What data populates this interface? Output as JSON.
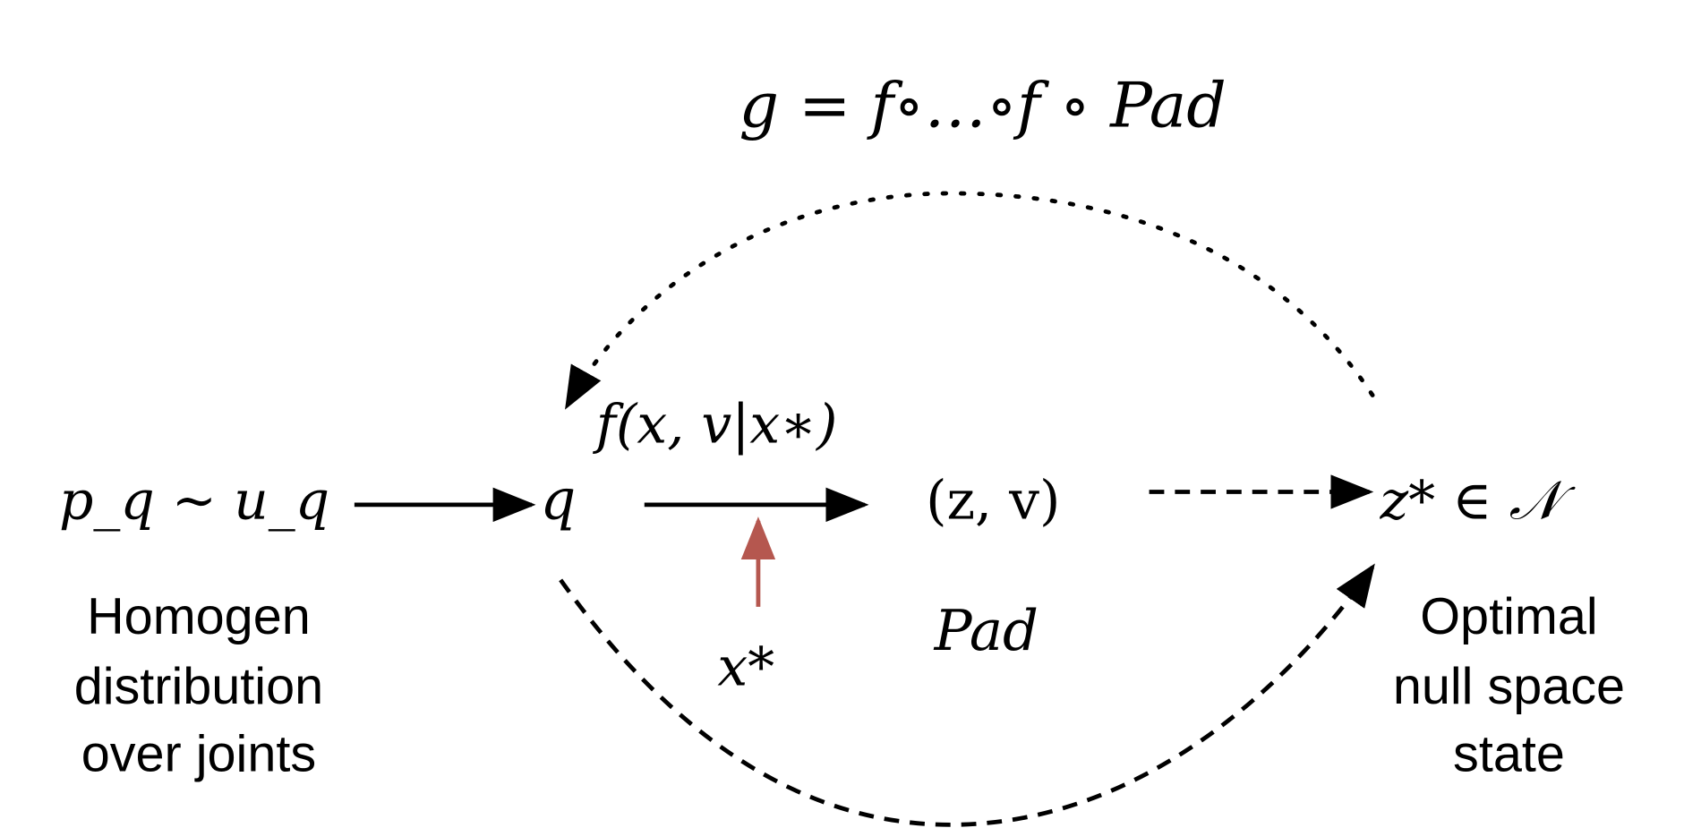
{
  "formula_top": "g = f∘…∘f ∘ Pad",
  "nodes": {
    "source": {
      "math": "p_q ∼ u_q",
      "caption": [
        "Homogen",
        "distribution",
        "over joints"
      ]
    },
    "q": {
      "math": "q"
    },
    "transform": {
      "math": "f(x, v|x∗)"
    },
    "padded": {
      "math": "(z, v)",
      "label": "Pad"
    },
    "condition": {
      "math": "x*"
    },
    "target": {
      "math": "z* ∈ 𝒩",
      "caption": [
        "Optimal",
        "null space",
        "state"
      ]
    }
  },
  "colors": {
    "ink": "#000000",
    "condition_arrow": "#b5574f"
  }
}
